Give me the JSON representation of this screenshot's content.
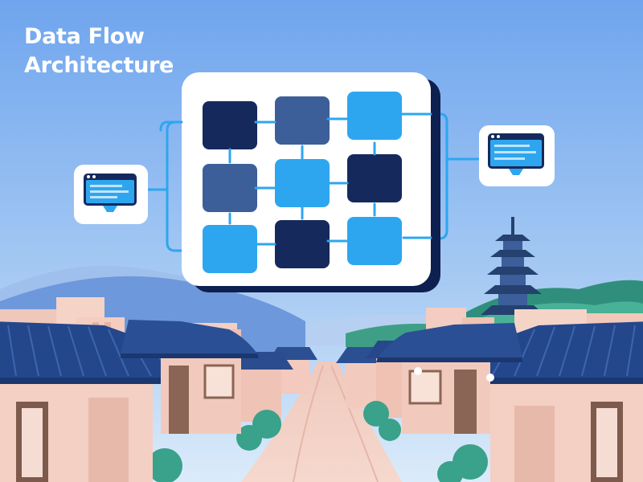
{
  "title": {
    "line1": "Data Flow",
    "line2": "Architecture"
  },
  "diagram": {
    "grid_rows": 3,
    "grid_cols": 3,
    "tile_colors": [
      [
        "#16295c",
        "#3d5f99",
        "#2ea6ef"
      ],
      [
        "#3d5f99",
        "#2ea6ef",
        "#16295c"
      ],
      [
        "#2ea6ef",
        "#16295c",
        "#2ea6ef"
      ]
    ],
    "left_node": "browser-window-icon",
    "right_node": "browser-window-icon"
  },
  "colors": {
    "sky_top": "#6fa5ee",
    "sky_bottom": "#dcebfa",
    "connector": "#2ea6ef",
    "roof": "#2a4d8f",
    "wall": "#f1c9bc",
    "tree": "#3aa18a"
  }
}
